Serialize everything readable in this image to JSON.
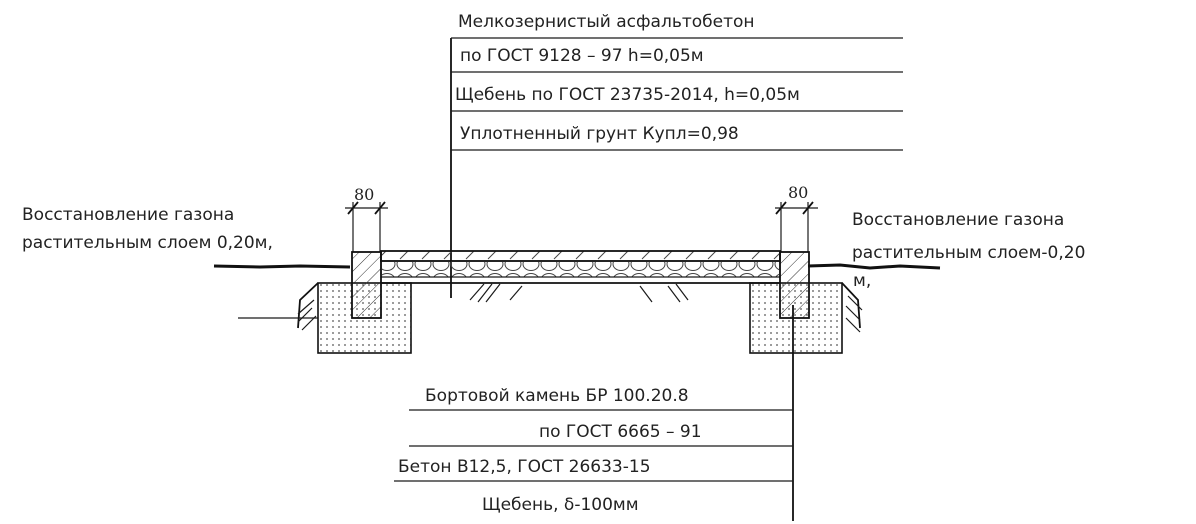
{
  "layers": {
    "asphalt_line1": "Мелкозернистый асфальтобетон",
    "asphalt_line2": "по ГОСТ 9128 – 97  h=0,05м",
    "gravel": "Щебень по ГОСТ 23735-2014, h=0,05м",
    "soil": "Уплотненный грунт Купл=0,98"
  },
  "lawn_left": {
    "line1": "Восстановление газона",
    "line2": "растительным слоем 0,20м,"
  },
  "lawn_right": {
    "line1": "Восстановление газона",
    "line2": "растительным слоем-0,20",
    "line3": "м,"
  },
  "dimensions": {
    "left": "80",
    "right": "80"
  },
  "curb": {
    "line1": "Бортовой  камень БР 100.20.8",
    "line2": "по ГОСТ 6665 – 91",
    "concrete": "Бетон В12,5,  ГОСТ 26633-15",
    "crushed_stone": "Щебень, δ-100мм"
  }
}
